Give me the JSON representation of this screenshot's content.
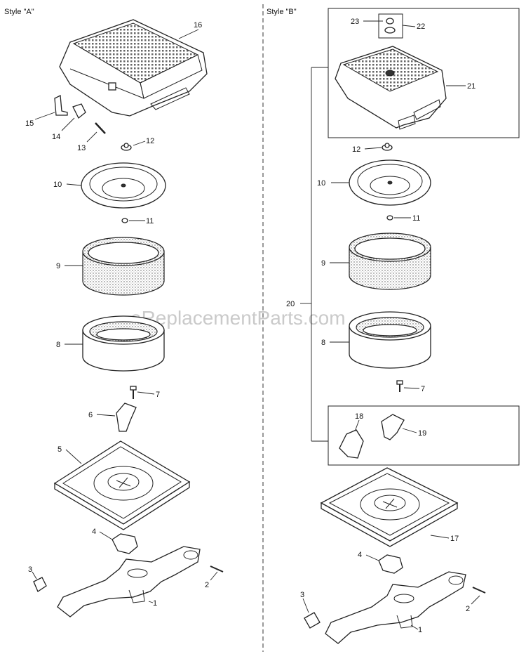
{
  "styles": {
    "a": "Style \"A\"",
    "b": "Style \"B\""
  },
  "watermark": "eReplacementParts.com",
  "callouts": {
    "a": {
      "p16": "16",
      "p15": "15",
      "p14": "14",
      "p13": "13",
      "p12": "12",
      "p10": "10",
      "p11": "11",
      "p9": "9",
      "p8": "8",
      "p7": "7",
      "p6": "6",
      "p5": "5",
      "p4": "4",
      "p3": "3",
      "p2": "2",
      "p1": "1"
    },
    "b": {
      "p23": "23",
      "p22": "22",
      "p21": "21",
      "p12": "12",
      "p10": "10",
      "p11": "11",
      "p9": "9",
      "p20": "20",
      "p8": "8",
      "p7": "7",
      "p18": "18",
      "p19": "19",
      "p17": "17",
      "p4": "4",
      "p3": "3",
      "p2": "2",
      "p1": "1"
    }
  }
}
